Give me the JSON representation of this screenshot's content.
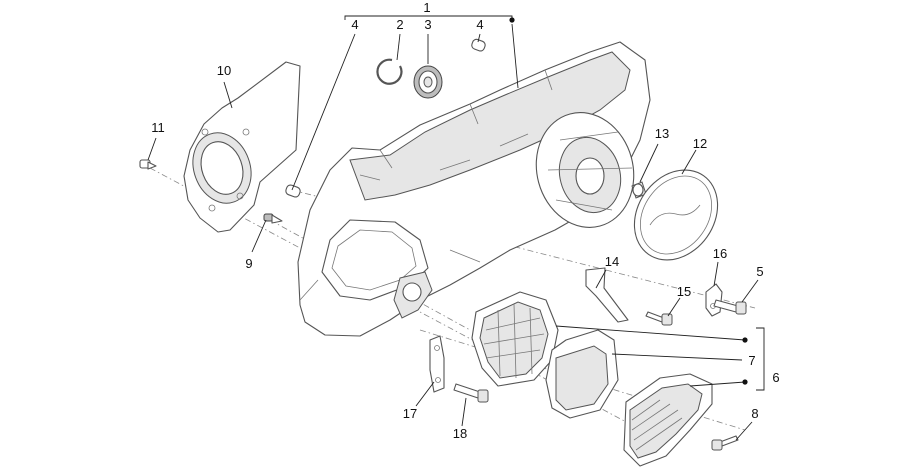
{
  "callouts": {
    "c1": "1",
    "c2": "2",
    "c3": "3",
    "c4a": "4",
    "c4b": "4",
    "c5": "5",
    "c6": "6",
    "c7": "7",
    "c8": "8",
    "c9": "9",
    "c10": "10",
    "c11": "11",
    "c12": "12",
    "c13": "13",
    "c14": "14",
    "c15": "15",
    "c16": "16",
    "c17": "17",
    "c18": "18"
  },
  "colors": {
    "line": "#555555",
    "leader": "#222222",
    "shade": "#e6e6e6"
  }
}
